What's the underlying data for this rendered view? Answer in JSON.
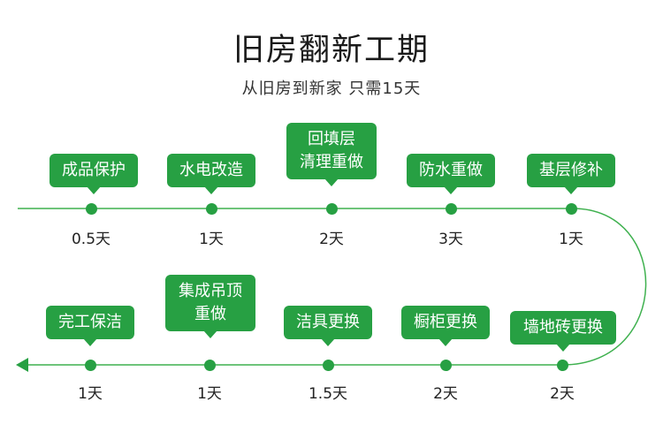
{
  "header": {
    "title": "旧房翻新工期",
    "subtitle": "从旧房到新家 只需15天"
  },
  "top_row": [
    {
      "step": "成品保护",
      "duration": "0.5天"
    },
    {
      "step": "水电改造",
      "duration": "1天"
    },
    {
      "step": "回填层\n清理重做",
      "duration": "2天"
    },
    {
      "step": "防水重做",
      "duration": "3天"
    },
    {
      "step": "基层修补",
      "duration": "1天"
    }
  ],
  "bottom_row": [
    {
      "step": "完工保洁",
      "duration": "1天"
    },
    {
      "step": "集成吊顶\n重做",
      "duration": "1天"
    },
    {
      "step": "洁具更换",
      "duration": "1.5天"
    },
    {
      "step": "橱柜更换",
      "duration": "2天"
    },
    {
      "step": "墙地砖更换",
      "duration": "2天"
    }
  ],
  "colors": {
    "accent": "#27a043",
    "line": "#3fb14f"
  }
}
